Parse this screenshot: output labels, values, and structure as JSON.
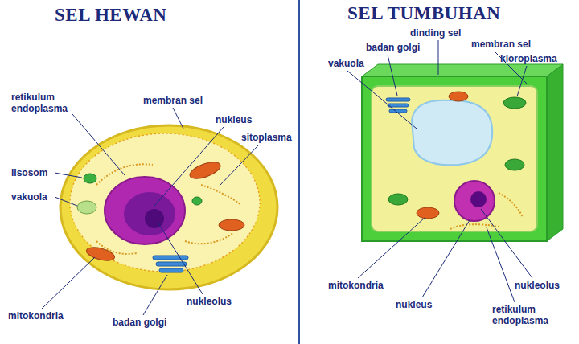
{
  "diagram": {
    "labels": [
      "SEL HEWAN",
      "membran sel",
      "retikulum endoplasma",
      "nukleus",
      "sitoplasma",
      "lisosom",
      "vakuola",
      "nukleolus",
      "mitokondria",
      "badan golgi",
      "SEL TUMBUHAN",
      "dinding sel",
      "badan golgi",
      "membran sel",
      "vakuola",
      "kloroplasma",
      "mitokondria",
      "nukleolus",
      "nukleus",
      "retikulum endoplasma"
    ]
  }
}
